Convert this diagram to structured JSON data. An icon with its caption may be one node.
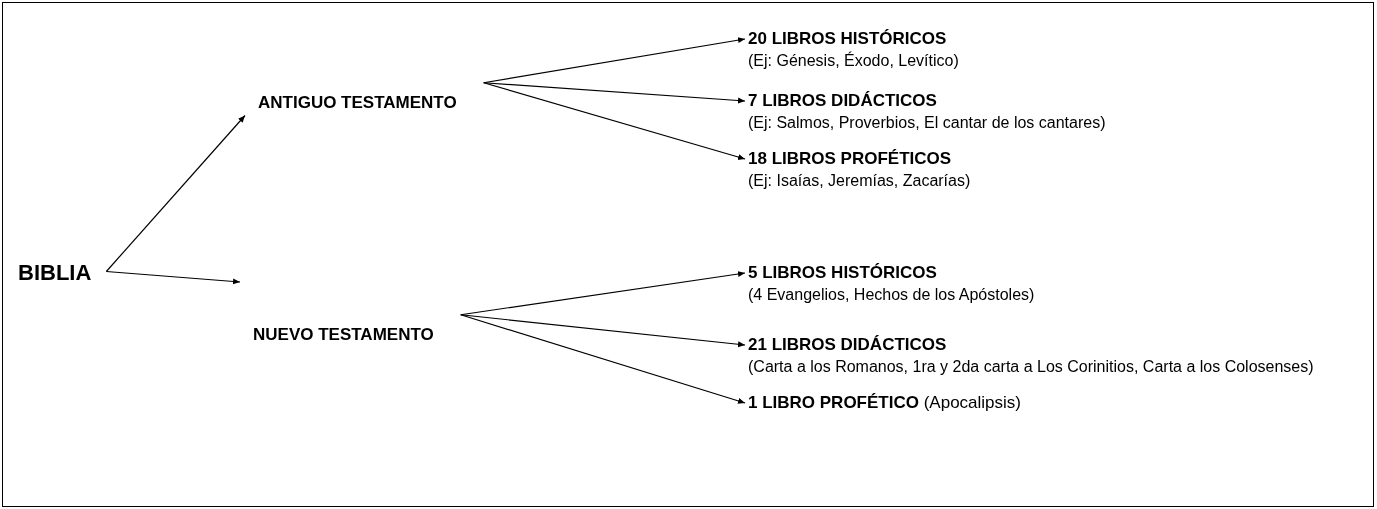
{
  "diagram": {
    "nodes": [
      {
        "text": [
          "BIBLIA"
        ]
      },
      {
        "text": [
          "ANTIGUO TESTAMENTO"
        ]
      },
      {
        "text": [
          "NUEVO TESTAMENTO"
        ]
      },
      {
        "text": [
          "20 LIBROS HISTÓRICOS",
          "(Ej: Génesis, Éxodo, Levítico)"
        ]
      },
      {
        "text": [
          "7 LIBROS DIDÁCTICOS",
          "(Ej: Salmos, Proverbios, El cantar de los cantares)"
        ]
      },
      {
        "text": [
          "18 LIBROS PROFÉTICOS",
          "(Ej: Isaías, Jeremías, Zacarías)"
        ]
      },
      {
        "text": [
          "5 LIBROS HISTÓRICOS",
          "(4 Evangelios, Hechos de los Apóstoles)"
        ]
      },
      {
        "text": [
          "21 LIBROS DIDÁCTICOS",
          "(Carta a los Romanos, 1ra y 2da carta a Los Corinitios, Carta a los Colosenses)"
        ]
      },
      {
        "text": [
          "**1 LIBRO PROFÉTICO** (Apocalipsis)"
        ]
      }
    ],
    "edges": [
      {
        "from": 0,
        "to": 1,
        "arrow": "to"
      },
      {
        "from": 0,
        "to": 2,
        "arrow": "to"
      },
      {
        "from": 1,
        "to": 3,
        "arrow": "to"
      },
      {
        "from": 1,
        "to": 4,
        "arrow": "to"
      },
      {
        "from": 1,
        "to": 5,
        "arrow": "to"
      },
      {
        "from": 2,
        "to": 6,
        "arrow": "to"
      },
      {
        "from": 2,
        "to": 7,
        "arrow": "to"
      },
      {
        "from": 2,
        "to": 8,
        "arrow": "to"
      }
    ]
  }
}
